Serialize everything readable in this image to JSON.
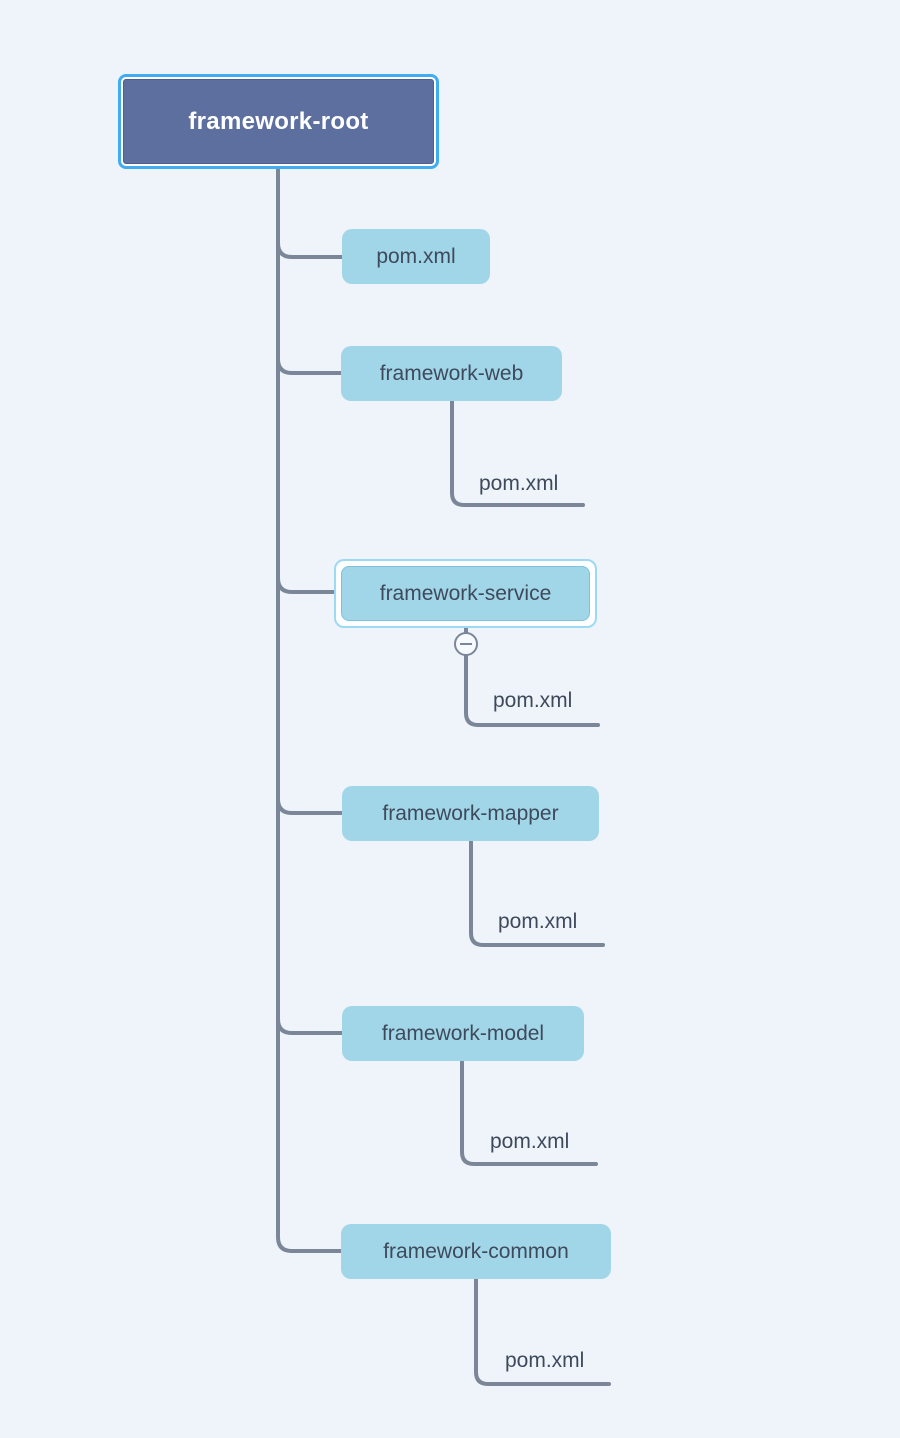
{
  "root": {
    "label": "framework-root",
    "selected": true
  },
  "children": [
    {
      "label": "pom.xml"
    },
    {
      "label": "framework-web",
      "child": {
        "label": "pom.xml"
      }
    },
    {
      "label": "framework-service",
      "selected": true,
      "collapse_icon": "minus-circle-icon",
      "child": {
        "label": "pom.xml"
      }
    },
    {
      "label": "framework-mapper",
      "child": {
        "label": "pom.xml"
      }
    },
    {
      "label": "framework-model",
      "child": {
        "label": "pom.xml"
      }
    },
    {
      "label": "framework-common",
      "child": {
        "label": "pom.xml"
      }
    }
  ],
  "colors": {
    "background": "#eef4fa",
    "root_fill": "#5c6f9e",
    "root_text": "#ffffff",
    "node_fill": "#a1d6e8",
    "node_text": "#3e4a5c",
    "connector": "#7c8699",
    "root_selection": "#42acf1",
    "node_selection": "#9ed9f3"
  }
}
